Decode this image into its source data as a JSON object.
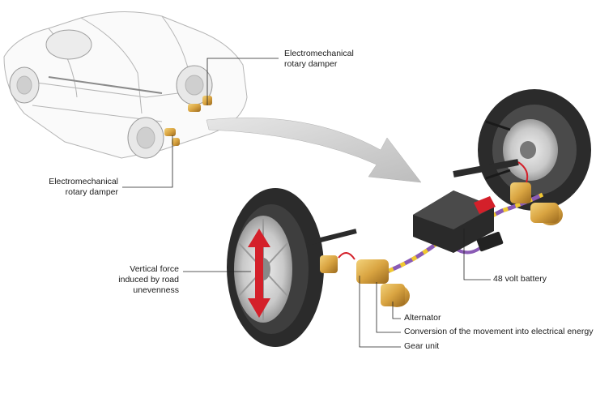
{
  "labels": {
    "damper_top": [
      "Electromechanical",
      "rotary damper"
    ],
    "damper_left": [
      "Electromechanical",
      "rotary damper"
    ],
    "vertical_force": [
      "Vertical force",
      "induced by road",
      "unevenness"
    ],
    "battery": "48 volt battery",
    "alternator": "Alternator",
    "conversion": "Conversion of the movement into electrical energy",
    "gear_unit": "Gear unit"
  },
  "colors": {
    "tire": "#2b2b2b",
    "rim": "#c8c8c8",
    "damper": "#d9a441",
    "arrow": "#cfcfcf",
    "force_arrow": "#d4202a",
    "cable_purple": "#8a5bb5",
    "cable_yellow": "#f0c830",
    "battery": "#2a2a2a"
  }
}
